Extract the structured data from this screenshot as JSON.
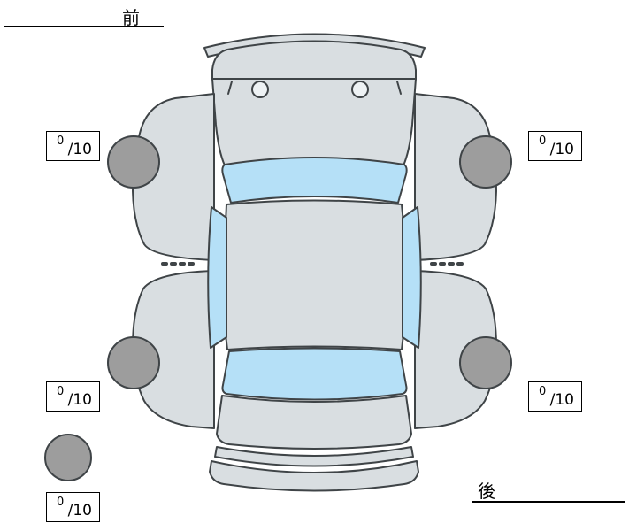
{
  "labels": {
    "front": "前",
    "rear": "後"
  },
  "tire_scores": {
    "front_left": {
      "value": "0",
      "max": "/10"
    },
    "front_right": {
      "value": "0",
      "max": "/10"
    },
    "rear_left": {
      "value": "0",
      "max": "/10"
    },
    "rear_right": {
      "value": "0",
      "max": "/10"
    },
    "spare": {
      "value": "0",
      "max": "/10"
    }
  },
  "colors": {
    "body": "#d9dee1",
    "window": "#b5e0f7",
    "tire": "#9d9d9d",
    "outline": "#3f4447",
    "hood_circle": "#eef2f4",
    "background": "#ffffff"
  }
}
